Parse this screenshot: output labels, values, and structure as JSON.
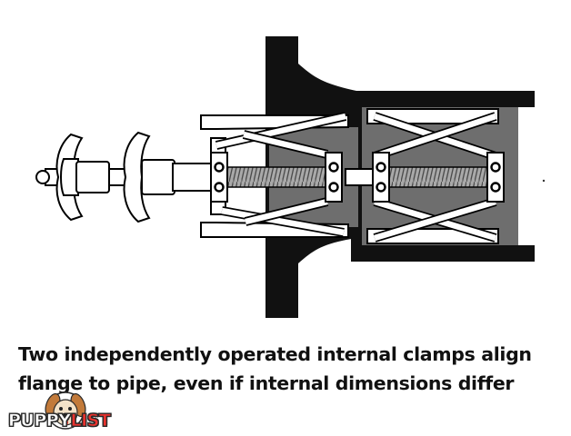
{
  "caption": {
    "line1": "Two independently operated internal clamps align",
    "line2": "flange to pipe, even if internal dimensions differ"
  },
  "logo": {
    "part1": "PUPPY",
    "part2": "LIST",
    "icon": "puppy-dog-icon"
  },
  "colors": {
    "metal_dark": "#111111",
    "housing_gray": "#6f6f6f",
    "thread_gray": "#b0b0b0",
    "outline": "#000000",
    "logo_red": "#e8322e"
  }
}
